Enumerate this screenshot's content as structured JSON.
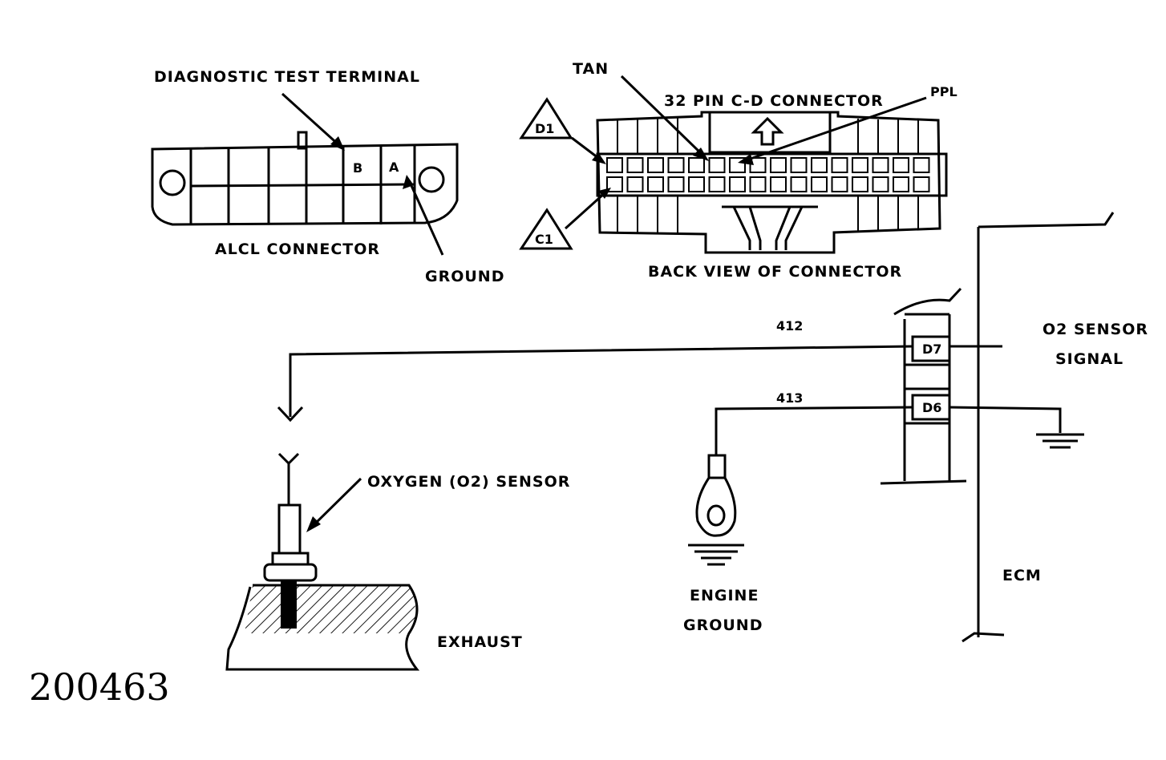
{
  "figure_id": "200463",
  "alcl": {
    "title": "ALCL CONNECTOR",
    "diag_label": "DIAGNOSTIC TEST TERMINAL",
    "ground_label": "GROUND",
    "pin_b": "B",
    "pin_a": "A"
  },
  "cd_connector": {
    "title": "32 PIN C-D CONNECTOR",
    "caption": "BACK VIEW OF CONNECTOR",
    "tan_label": "TAN",
    "ppl_label": "PPL",
    "d1_label": "D1",
    "c1_label": "C1"
  },
  "circuit": {
    "wire_412": "412",
    "wire_413": "413",
    "pin_d7": "D7",
    "pin_d6": "D6",
    "o2_signal_line1": "O2 SENSOR",
    "o2_signal_line2": "SIGNAL",
    "ecm_label": "ECM",
    "o2_sensor_label": "OXYGEN (O2) SENSOR",
    "engine_ground_line1": "ENGINE",
    "engine_ground_line2": "GROUND",
    "exhaust_label": "EXHAUST"
  }
}
